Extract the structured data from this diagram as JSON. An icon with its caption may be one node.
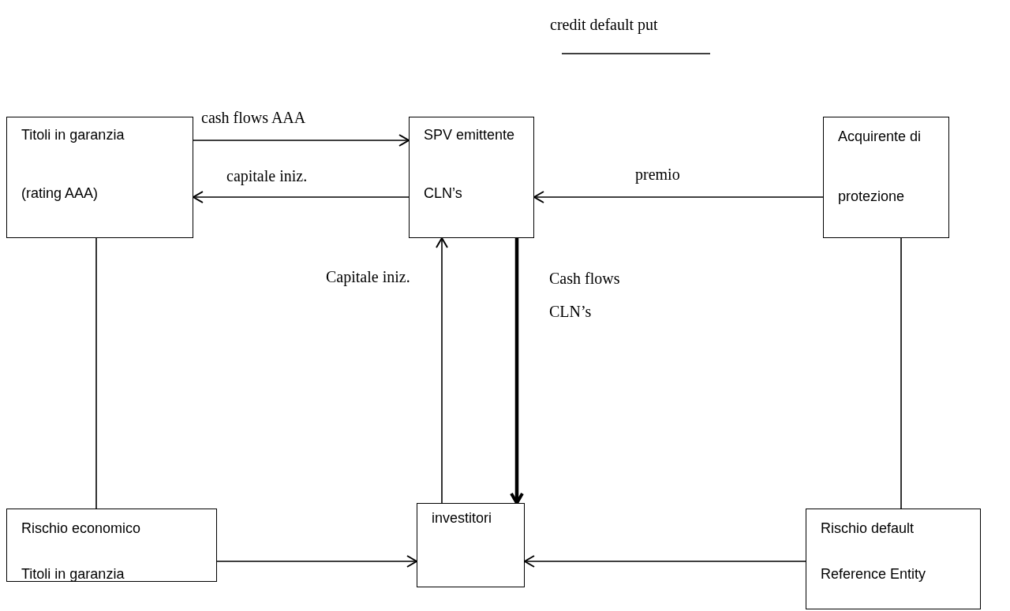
{
  "diagram": {
    "nodes": [
      {
        "text": [
          "Titoli in garanzia",
          "(rating AAA)"
        ]
      },
      {
        "text": [
          "SPV emittente",
          "CLN’s"
        ]
      },
      {
        "text": [
          "Acquirente di",
          "protezione"
        ]
      },
      {
        "text": [
          "Rischio economico",
          "Titoli in garanzia"
        ]
      },
      {
        "text": [
          "investitori"
        ]
      },
      {
        "text": [
          "Rischio default",
          "Reference Entity"
        ]
      }
    ],
    "edges": [
      {
        "from": 0,
        "to": 1,
        "arrow": "to",
        "label": "cash flows AAA"
      },
      {
        "from": 1,
        "to": 0,
        "arrow": "to",
        "label": "capitale iniz."
      },
      {
        "from": 2,
        "to": 1,
        "arrow": "to",
        "label": "premio"
      },
      {
        "from": 4,
        "to": 1,
        "arrow": "to",
        "label": "Capitale iniz."
      },
      {
        "from": 1,
        "to": 4,
        "arrow": "to",
        "label": "Cash flows CLN’s",
        "style": "thick"
      },
      {
        "from": 0,
        "to": 3,
        "arrow": "none"
      },
      {
        "from": 2,
        "to": 5,
        "arrow": "none"
      },
      {
        "from": 3,
        "to": 4,
        "arrow": "to"
      },
      {
        "from": 5,
        "to": 4,
        "arrow": "to"
      }
    ],
    "labels": [
      "credit default put"
    ]
  }
}
